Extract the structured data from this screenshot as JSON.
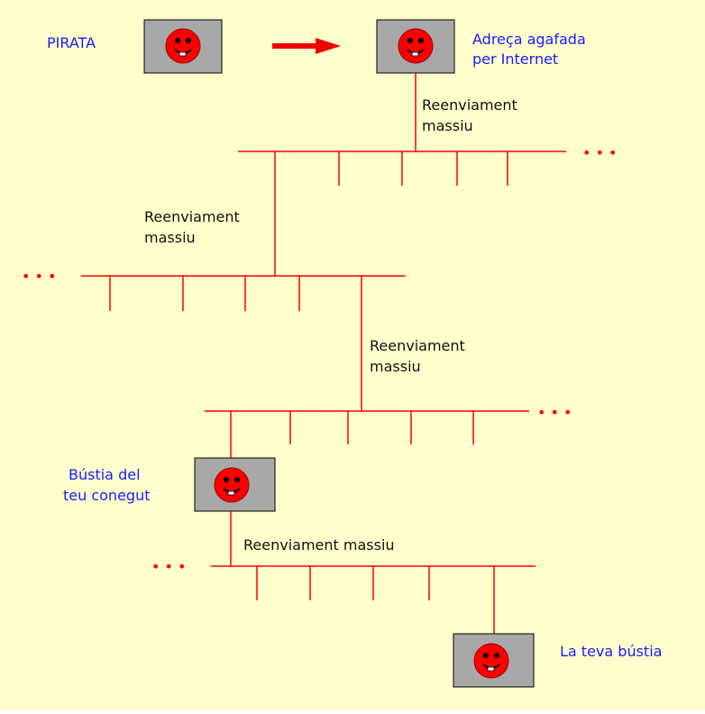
{
  "labels": {
    "pirate": "PIRATA",
    "captured_address_line1": "Adreça agafada",
    "captured_address_line2": "per Internet",
    "forward_1_line1": "Reenviament",
    "forward_1_line2": "massiu",
    "forward_2_line1": "Reenviament",
    "forward_2_line2": "massiu",
    "forward_3_line1": "Reenviament",
    "forward_3_line2": "massiu",
    "acquaintance_line1": "Bústia del",
    "acquaintance_line2": "teu conegut",
    "forward_4": "Reenviament massiu",
    "your_mailbox": "La teva bústia",
    "ellipsis": "• • •"
  },
  "colors": {
    "background": "#FFFFCC",
    "line": "#FF0000",
    "arrow": "#EE0000",
    "box_fill": "#A8A8A8",
    "box_border": "#000000",
    "face": "#FF0000",
    "label_blue": "#1A1AFF",
    "label_black": "#111111"
  },
  "icons": {
    "computer_face": "smiley-face-icon",
    "arrow": "arrow-right-icon"
  }
}
